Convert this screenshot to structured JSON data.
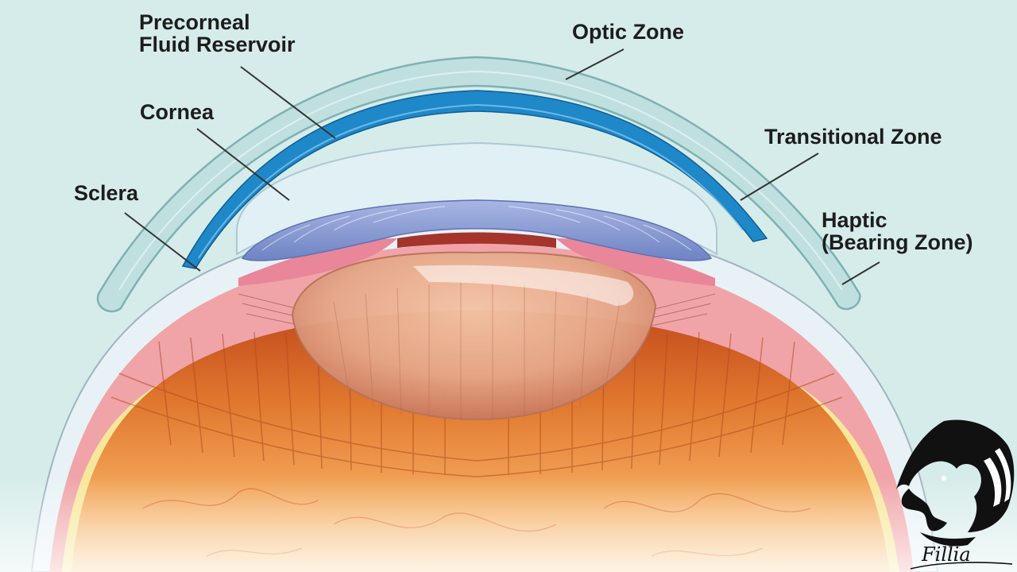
{
  "labels": {
    "precorneal_line1": "Precorneal",
    "precorneal_line2": "Fluid Reservoir",
    "optic_zone": "Optic Zone",
    "cornea": "Cornea",
    "sclera": "Sclera",
    "transitional_zone": "Transitional Zone",
    "haptic_line1": "Haptic",
    "haptic_line2": "(Bearing Zone)"
  },
  "logo": {
    "text": "Fillia",
    "icon": "lion-head-icon"
  },
  "colors": {
    "background": "#d6ecea",
    "scleral_lens": "#b9dcda",
    "fluid_reservoir": "#1e88c8",
    "cornea": "#dff0f4",
    "iris": "#8d9fd4",
    "choroid": "#e87a3a",
    "retina": "#f3a65a",
    "label_text": "#1d1d1d",
    "leader_line": "#333333"
  }
}
